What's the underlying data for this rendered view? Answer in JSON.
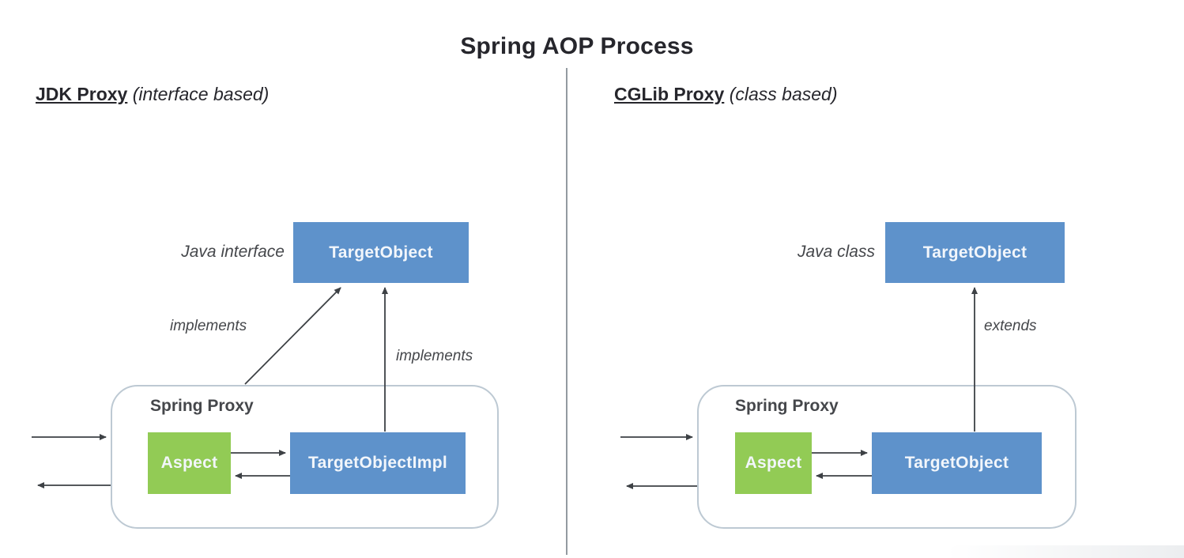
{
  "title": "Spring AOP Process",
  "left": {
    "heading": "JDK Proxy",
    "heading_note": "(interface based)",
    "top_label": "Java interface",
    "top_box": "TargetObject",
    "diagonal_edge_label": "implements",
    "vertical_edge_label": "implements",
    "container_label": "Spring Proxy",
    "aspect_box": "Aspect",
    "inner_box": "TargetObjectImpl"
  },
  "right": {
    "heading": "CGLib Proxy",
    "heading_note": "(class based)",
    "top_label": "Java class",
    "top_box": "TargetObject",
    "vertical_edge_label": "extends",
    "container_label": "Spring Proxy",
    "aspect_box": "Aspect",
    "inner_box": "TargetObject"
  },
  "colors": {
    "box_blue": "#5e92cb",
    "box_green": "#92cb55",
    "container_border": "#bdc9d3",
    "arrow": "#3d4145",
    "text_dark": "#26262c",
    "label_gray": "#45474b",
    "divider_gray": "#939aa0"
  }
}
